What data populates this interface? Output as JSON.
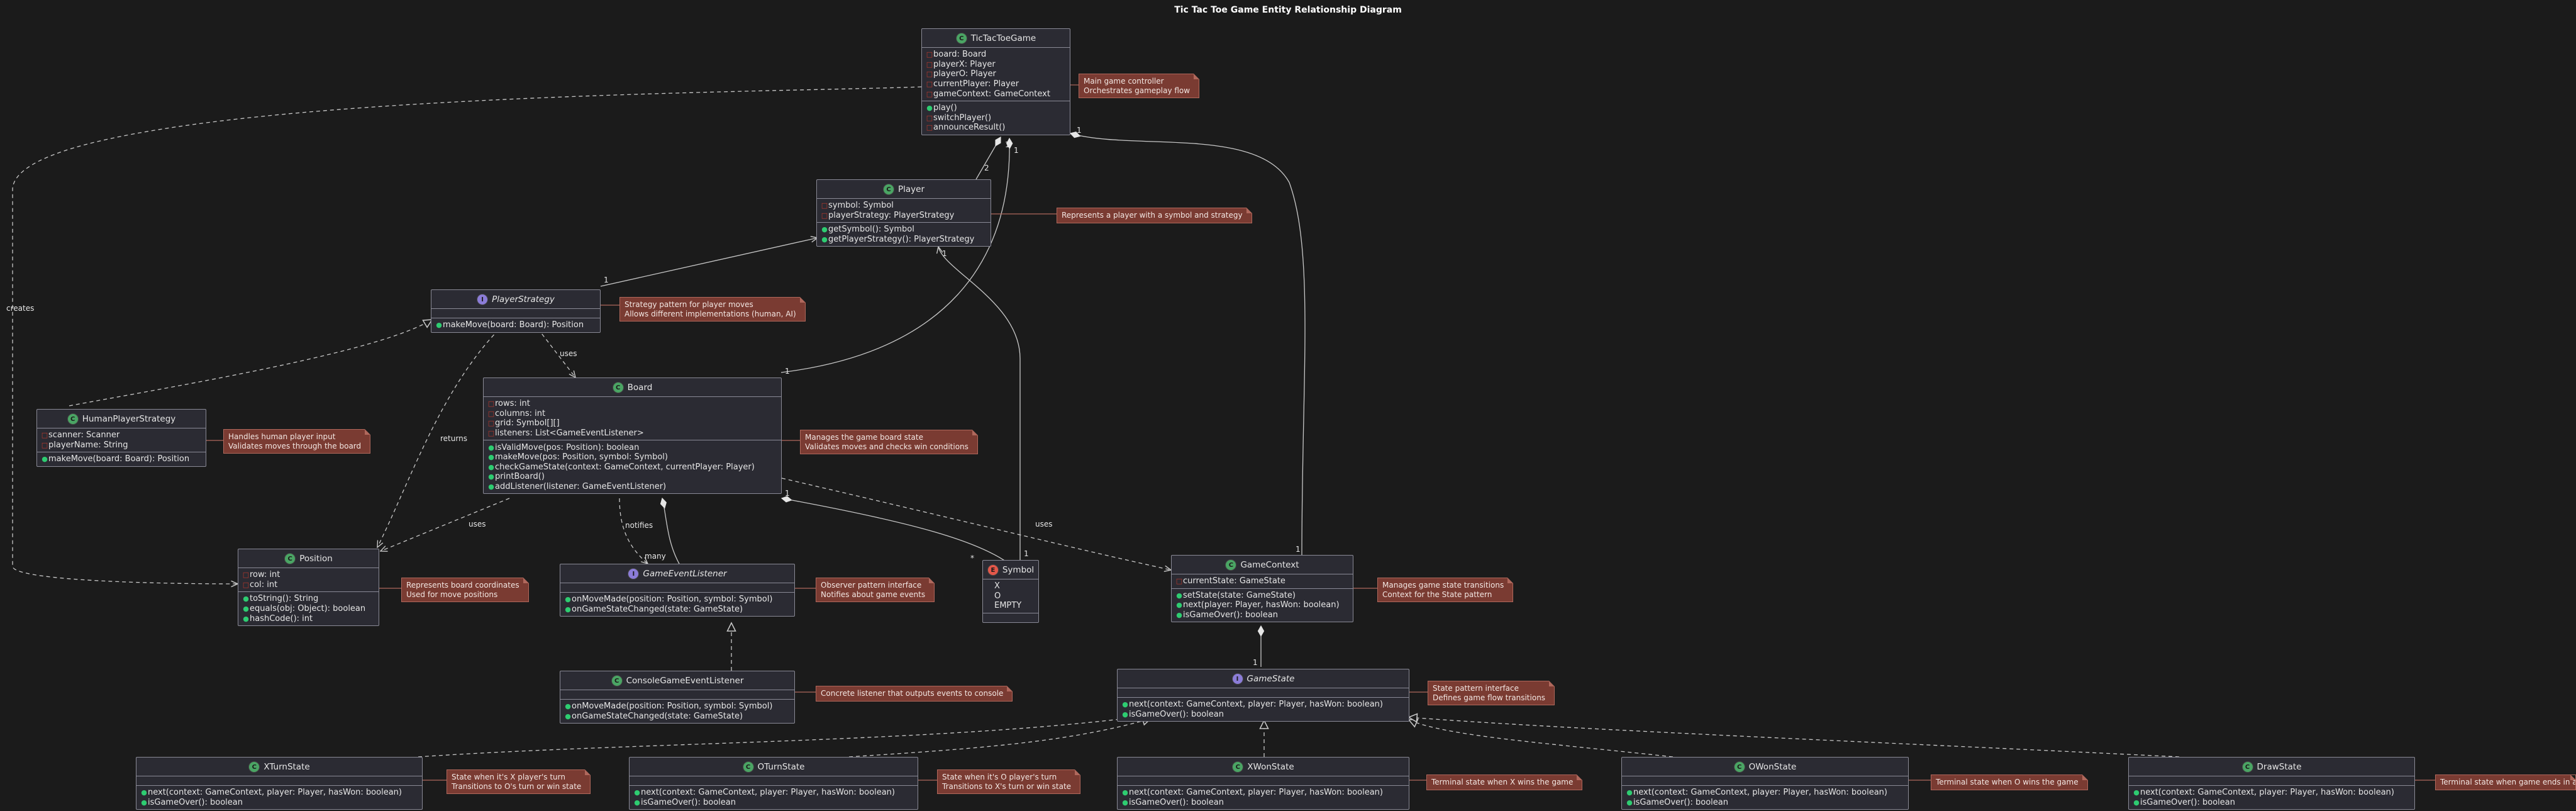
{
  "title": "Tic Tac Toe Game Entity Relationship Diagram",
  "classes": {
    "tictactoegame": {
      "name": "TicTacToeGame",
      "kind": "class",
      "fields": [
        {
          "vis": "private",
          "text": "board: Board"
        },
        {
          "vis": "private",
          "text": "playerX: Player"
        },
        {
          "vis": "private",
          "text": "playerO: Player"
        },
        {
          "vis": "private",
          "text": "currentPlayer: Player"
        },
        {
          "vis": "private",
          "text": "gameContext: GameContext"
        }
      ],
      "methods": [
        {
          "vis": "public",
          "text": "play()"
        },
        {
          "vis": "private",
          "text": "switchPlayer()"
        },
        {
          "vis": "private",
          "text": "announceResult()"
        }
      ]
    },
    "player": {
      "name": "Player",
      "kind": "class",
      "fields": [
        {
          "vis": "private",
          "text": "symbol: Symbol"
        },
        {
          "vis": "private",
          "text": "playerStrategy: PlayerStrategy"
        }
      ],
      "methods": [
        {
          "vis": "public",
          "text": "getSymbol(): Symbol"
        },
        {
          "vis": "public",
          "text": "getPlayerStrategy(): PlayerStrategy"
        }
      ]
    },
    "playerstrategy": {
      "name": "PlayerStrategy",
      "kind": "interface",
      "fields": [],
      "methods": [
        {
          "vis": "public",
          "text": "makeMove(board: Board): Position"
        }
      ]
    },
    "humanplayerstrategy": {
      "name": "HumanPlayerStrategy",
      "kind": "class",
      "fields": [
        {
          "vis": "private",
          "text": "scanner: Scanner"
        },
        {
          "vis": "private",
          "text": "playerName: String"
        }
      ],
      "methods": [
        {
          "vis": "public",
          "text": "makeMove(board: Board): Position"
        }
      ]
    },
    "board": {
      "name": "Board",
      "kind": "class",
      "fields": [
        {
          "vis": "private",
          "text": "rows: int"
        },
        {
          "vis": "private",
          "text": "columns: int"
        },
        {
          "vis": "private",
          "text": "grid: Symbol[][]"
        },
        {
          "vis": "private",
          "text": "listeners: List<GameEventListener>"
        }
      ],
      "methods": [
        {
          "vis": "public",
          "text": "isValidMove(pos: Position): boolean"
        },
        {
          "vis": "public",
          "text": "makeMove(pos: Position, symbol: Symbol)"
        },
        {
          "vis": "public",
          "text": "checkGameState(context: GameContext, currentPlayer: Player)"
        },
        {
          "vis": "public",
          "text": "printBoard()"
        },
        {
          "vis": "public",
          "text": "addListener(listener: GameEventListener)"
        }
      ]
    },
    "position": {
      "name": "Position",
      "kind": "class",
      "fields": [
        {
          "vis": "private",
          "text": "row: int"
        },
        {
          "vis": "private",
          "text": "col: int"
        }
      ],
      "methods": [
        {
          "vis": "public",
          "text": "toString(): String"
        },
        {
          "vis": "public",
          "text": "equals(obj: Object): boolean"
        },
        {
          "vis": "public",
          "text": "hashCode(): int"
        }
      ]
    },
    "gameeventlistener": {
      "name": "GameEventListener",
      "kind": "interface",
      "fields": [],
      "methods": [
        {
          "vis": "public",
          "text": "onMoveMade(position: Position, symbol: Symbol)"
        },
        {
          "vis": "public",
          "text": "onGameStateChanged(state: GameState)"
        }
      ]
    },
    "symbol": {
      "name": "Symbol",
      "kind": "enum",
      "fields": [
        {
          "vis": "none",
          "text": "X"
        },
        {
          "vis": "none",
          "text": "O"
        },
        {
          "vis": "none",
          "text": "EMPTY"
        }
      ],
      "methods": []
    },
    "gamecontext": {
      "name": "GameContext",
      "kind": "class",
      "fields": [
        {
          "vis": "private",
          "text": "currentState: GameState"
        }
      ],
      "methods": [
        {
          "vis": "public",
          "text": "setState(state: GameState)"
        },
        {
          "vis": "public",
          "text": "next(player: Player, hasWon: boolean)"
        },
        {
          "vis": "public",
          "text": "isGameOver(): boolean"
        }
      ]
    },
    "consolegameeventlistener": {
      "name": "ConsoleGameEventListener",
      "kind": "class",
      "fields": [],
      "methods": [
        {
          "vis": "public",
          "text": "onMoveMade(position: Position, symbol: Symbol)"
        },
        {
          "vis": "public",
          "text": "onGameStateChanged(state: GameState)"
        }
      ]
    },
    "gamestate": {
      "name": "GameState",
      "kind": "interface",
      "fields": [],
      "methods": [
        {
          "vis": "public",
          "text": "next(context: GameContext, player: Player, hasWon: boolean)"
        },
        {
          "vis": "public",
          "text": "isGameOver(): boolean"
        }
      ]
    },
    "xturnstate": {
      "name": "XTurnState",
      "kind": "class",
      "fields": [],
      "methods": [
        {
          "vis": "public",
          "text": "next(context: GameContext, player: Player, hasWon: boolean)"
        },
        {
          "vis": "public",
          "text": "isGameOver(): boolean"
        }
      ]
    },
    "oturnstate": {
      "name": "OTurnState",
      "kind": "class",
      "fields": [],
      "methods": [
        {
          "vis": "public",
          "text": "next(context: GameContext, player: Player, hasWon: boolean)"
        },
        {
          "vis": "public",
          "text": "isGameOver(): boolean"
        }
      ]
    },
    "xwonstate": {
      "name": "XWonState",
      "kind": "class",
      "fields": [],
      "methods": [
        {
          "vis": "public",
          "text": "next(context: GameContext, player: Player, hasWon: boolean)"
        },
        {
          "vis": "public",
          "text": "isGameOver(): boolean"
        }
      ]
    },
    "owonstate": {
      "name": "OWonState",
      "kind": "class",
      "fields": [],
      "methods": [
        {
          "vis": "public",
          "text": "next(context: GameContext, player: Player, hasWon: boolean)"
        },
        {
          "vis": "public",
          "text": "isGameOver(): boolean"
        }
      ]
    },
    "drawstate": {
      "name": "DrawState",
      "kind": "class",
      "fields": [],
      "methods": [
        {
          "vis": "public",
          "text": "next(context: GameContext, player: Player, hasWon: boolean)"
        },
        {
          "vis": "public",
          "text": "isGameOver(): boolean"
        }
      ]
    }
  },
  "notes": {
    "tictactoegame": [
      "Main game controller",
      "Orchestrates gameplay flow"
    ],
    "player": [
      "Represents a player with a symbol and strategy"
    ],
    "playerstrategy": [
      "Strategy pattern for player moves",
      "Allows different implementations (human, AI)"
    ],
    "humanplayerstrategy": [
      "Handles human player input",
      "Validates moves through the board"
    ],
    "board": [
      "Manages the game board state",
      "Validates moves and checks win conditions"
    ],
    "position": [
      "Represents board coordinates",
      "Used for move positions"
    ],
    "gameeventlistener": [
      "Observer pattern interface",
      "Notifies about game events"
    ],
    "consolegameeventlistener": [
      "Concrete listener that outputs events to console"
    ],
    "gamecontext": [
      "Manages game state transitions",
      "Context for the State pattern"
    ],
    "gamestate": [
      "State pattern interface",
      "Defines game flow transitions"
    ],
    "xturnstate": [
      "State when it's X player's turn",
      "Transitions to O's turn or win state"
    ],
    "oturnstate": [
      "State when it's O player's turn",
      "Transitions to X's turn or win state"
    ],
    "xwonstate": [
      "Terminal state when X wins the game"
    ],
    "owonstate": [
      "Terminal state when O wins the game"
    ],
    "drawstate": [
      "Terminal state when game ends in a draw"
    ]
  },
  "relation_labels": {
    "creates": "creates",
    "returns": "returns",
    "uses_strategy_board": "uses",
    "uses_board_position": "uses",
    "notifies": "notifies",
    "many": "many",
    "uses_board_context": "uses",
    "game_player_mult": "2",
    "game_player_one": "1",
    "game_board_top": "1",
    "game_board_bottom": "1",
    "game_context_top": "1",
    "game_context_bottom": "1",
    "player_strategy": "1",
    "player_symbol_top": "1",
    "player_symbol_bottom": "1",
    "board_symbol_1": "1",
    "board_symbol_n": "*",
    "context_state": "1",
    "game_player_top": "1"
  },
  "colors": {
    "background": "#1b1b1b",
    "class_fill": "#2b2b33",
    "note_fill": "#7a3b32",
    "class_badge": "#4aa564",
    "interface_badge": "#8b7cd8",
    "enum_badge": "#e4574a",
    "private_marker": "#c0392b",
    "public_marker": "#2ecc71"
  }
}
